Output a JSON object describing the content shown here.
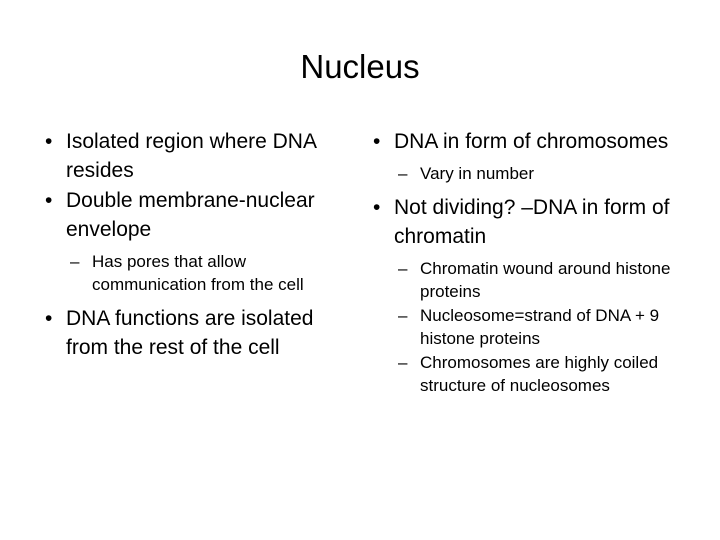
{
  "slide": {
    "title": "Nucleus",
    "bullet_marker": "•",
    "sub_bullet_marker": "–",
    "text_color": "#000000",
    "background_color": "#FFFFFF",
    "columns": [
      {
        "name": "left-column",
        "blocks": [
          {
            "level": 1,
            "text": "Isolated region where DNA resides"
          },
          {
            "level": 1,
            "text": "Double membrane-nuclear envelope"
          },
          {
            "level": 2,
            "text": "Has pores that allow communication from the cell"
          },
          {
            "level": 1,
            "text": "DNA functions are isolated from the rest of the cell"
          }
        ]
      },
      {
        "name": "right-column",
        "blocks": [
          {
            "level": 1,
            "text": "DNA in form of chromosomes"
          },
          {
            "level": 2,
            "text": "Vary in number"
          },
          {
            "level": 1,
            "text": "Not dividing? –DNA in form of chromatin"
          },
          {
            "level": 2,
            "text": "Chromatin wound around histone proteins"
          },
          {
            "level": 2,
            "text": "Nucleosome=strand of DNA + 9 histone proteins"
          },
          {
            "level": 2,
            "text": "Chromosomes are highly coiled structure of nucleosomes"
          }
        ]
      }
    ]
  }
}
